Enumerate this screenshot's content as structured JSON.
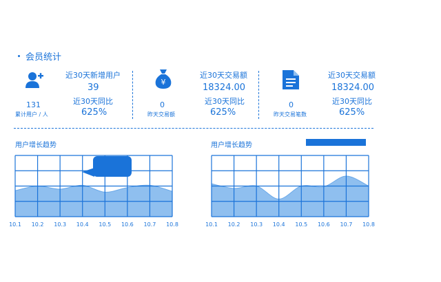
{
  "section_title": "会员统计",
  "stats": {
    "members": {
      "icon": "user-add-icon",
      "total_value": "131",
      "total_label": "累计用户 / 人",
      "new_label": "近30天新增用户",
      "new_value": "39",
      "compare_label": "近30天同比",
      "compare_value": "625%"
    },
    "amount": {
      "icon": "money-bag-icon",
      "yesterday_value": "0",
      "yesterday_label": "昨天交易额",
      "label": "近30天交易额",
      "value": "18324.00",
      "compare_label": "近30天同比",
      "compare_value": "625%"
    },
    "orders": {
      "icon": "document-icon",
      "yesterday_value": "0",
      "yesterday_label": "昨天交易笔数",
      "label": "近30天交易额",
      "value": "18324.00",
      "compare_label": "近30天同比",
      "compare_value": "625%"
    }
  },
  "charts_labels": {
    "left_title": "用户增长趋势",
    "right_title": "用户增长趋势"
  },
  "colors": {
    "accent": "#1a73d9",
    "area_fill": "#8fbfef"
  },
  "chart_data": [
    {
      "type": "area",
      "title": "用户增长趋势",
      "x": [
        "10.1",
        "10.2",
        "10.3",
        "10.4",
        "10.5",
        "10.6",
        "10.7",
        "10.8"
      ],
      "y": [
        3.4,
        4.0,
        3.6,
        4.1,
        3.2,
        3.8,
        4.1,
        3.3
      ],
      "ylim": [
        0,
        8
      ],
      "grid": true,
      "tooltip": true
    },
    {
      "type": "area",
      "title": "用户增长趋势",
      "x": [
        "10.1",
        "10.2",
        "10.3",
        "10.4",
        "10.5",
        "10.6",
        "10.7",
        "10.8"
      ],
      "y": [
        4.3,
        3.7,
        4.0,
        2.3,
        4.0,
        3.9,
        5.3,
        4.0
      ],
      "ylim": [
        0,
        8
      ],
      "grid": true,
      "tooltip": false
    }
  ]
}
